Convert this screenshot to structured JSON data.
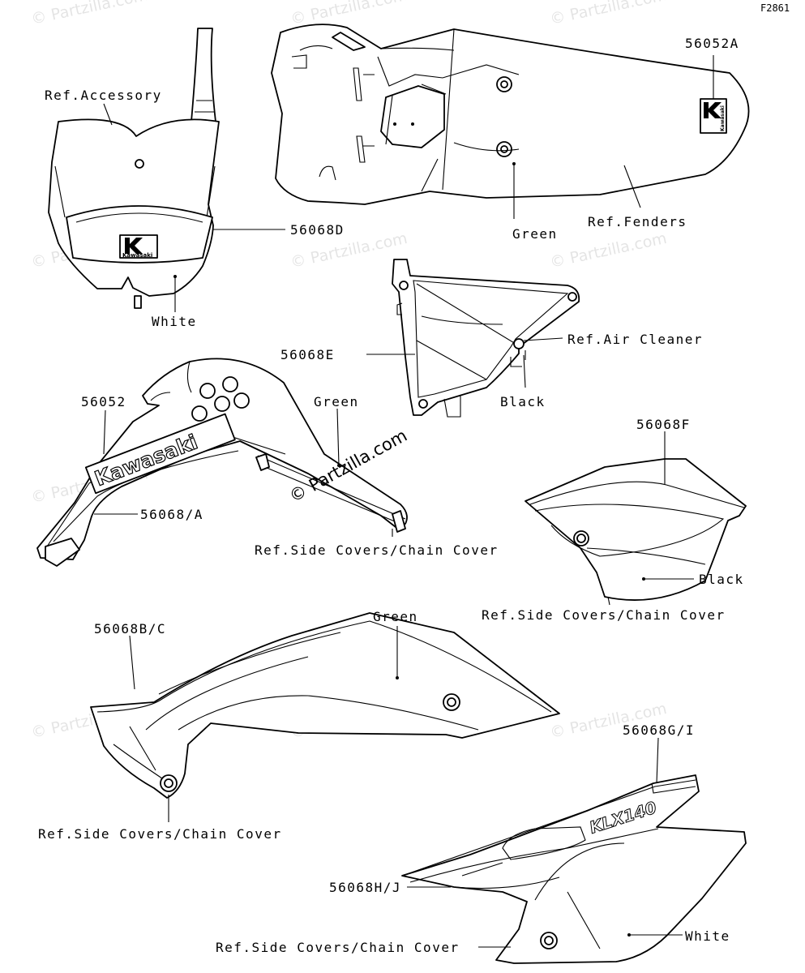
{
  "figure_id": "F2861",
  "watermark": "© Partzilla.com",
  "labels": {
    "ref_accessory": "Ref.Accessory",
    "p56068D": "56068D",
    "white_front": "White",
    "p56052A": "56052A",
    "green_fender": "Green",
    "ref_fenders": "Ref.Fenders",
    "p56068E": "56068E",
    "ref_air_cleaner": "Ref.Air Cleaner",
    "black_air": "Black",
    "p56052": "56052",
    "green_shroud": "Green",
    "p56068A": "56068/A",
    "ref_side_1": "Ref.Side Covers/Chain Cover",
    "p56068F": "56068F",
    "black_side": "Black",
    "ref_side_2": "Ref.Side Covers/Chain Cover",
    "p56068BC": "56068B/C",
    "green_cover": "Green",
    "ref_side_3": "Ref.Side Covers/Chain Cover",
    "p56068GI": "56068G/I",
    "p56068HJ": "56068H/J",
    "ref_side_4": "Ref.Side Covers/Chain Cover",
    "white_side": "White"
  },
  "logos": {
    "kawasaki": "Kawasaki",
    "klx": "KLX140"
  }
}
